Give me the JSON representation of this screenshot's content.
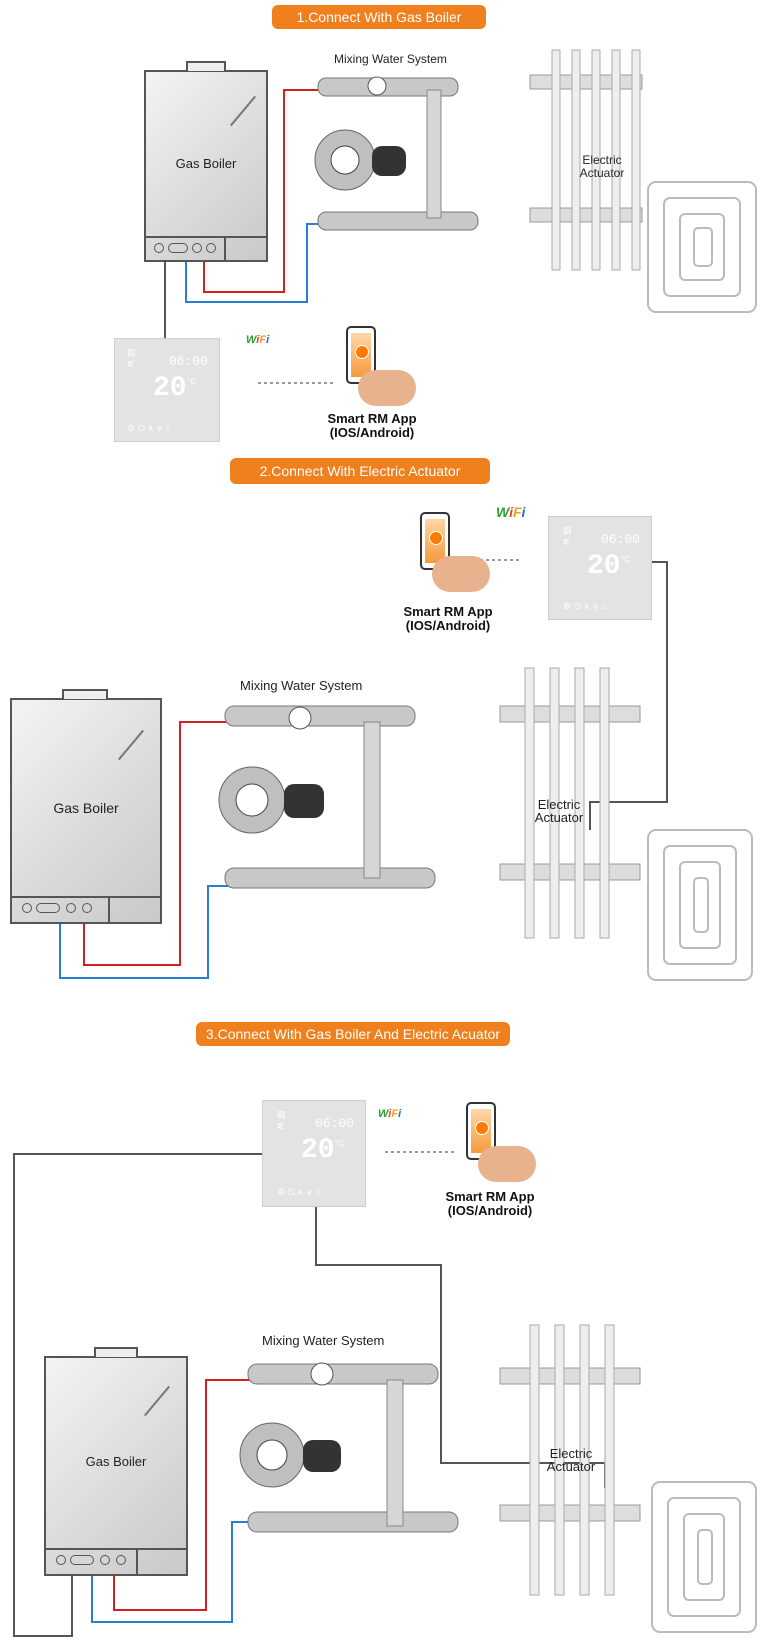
{
  "sections": [
    {
      "title": "1.Connect With Gas Boiler",
      "boiler_label": "Gas Boiler",
      "mixing_label": "Mixing Water System",
      "actuator_label": "Electric\nActuator",
      "thermostat": {
        "time": "06:00",
        "temp": "20",
        "unit": "°C"
      },
      "app": {
        "line1": "Smart RM App",
        "line2": "(IOS/Android)"
      },
      "wifi": "WiFi"
    },
    {
      "title": "2.Connect With Electric Actuator",
      "boiler_label": "Gas Boiler",
      "mixing_label": "Mixing Water System",
      "actuator_label": "Electric\nActuator",
      "thermostat": {
        "time": "06:00",
        "temp": "20",
        "unit": "°C"
      },
      "app": {
        "line1": "Smart RM App",
        "line2": "(IOS/Android)"
      },
      "wifi": "WiFi"
    },
    {
      "title": "3.Connect With Gas Boiler And Electric Acuator",
      "boiler_label": "Gas Boiler",
      "mixing_label": "Mixing Water System",
      "actuator_label": "Electric\nActuator",
      "thermostat": {
        "time": "06:00",
        "temp": "20",
        "unit": "°C"
      },
      "app": {
        "line1": "Smart RM App",
        "line2": "(IOS/Android)"
      },
      "wifi": "WiFi"
    }
  ],
  "colors": {
    "accent": "#f07f1d",
    "hot_pipe": "#d32020",
    "cold_pipe": "#2a7fd4",
    "control_wire": "#555555"
  }
}
